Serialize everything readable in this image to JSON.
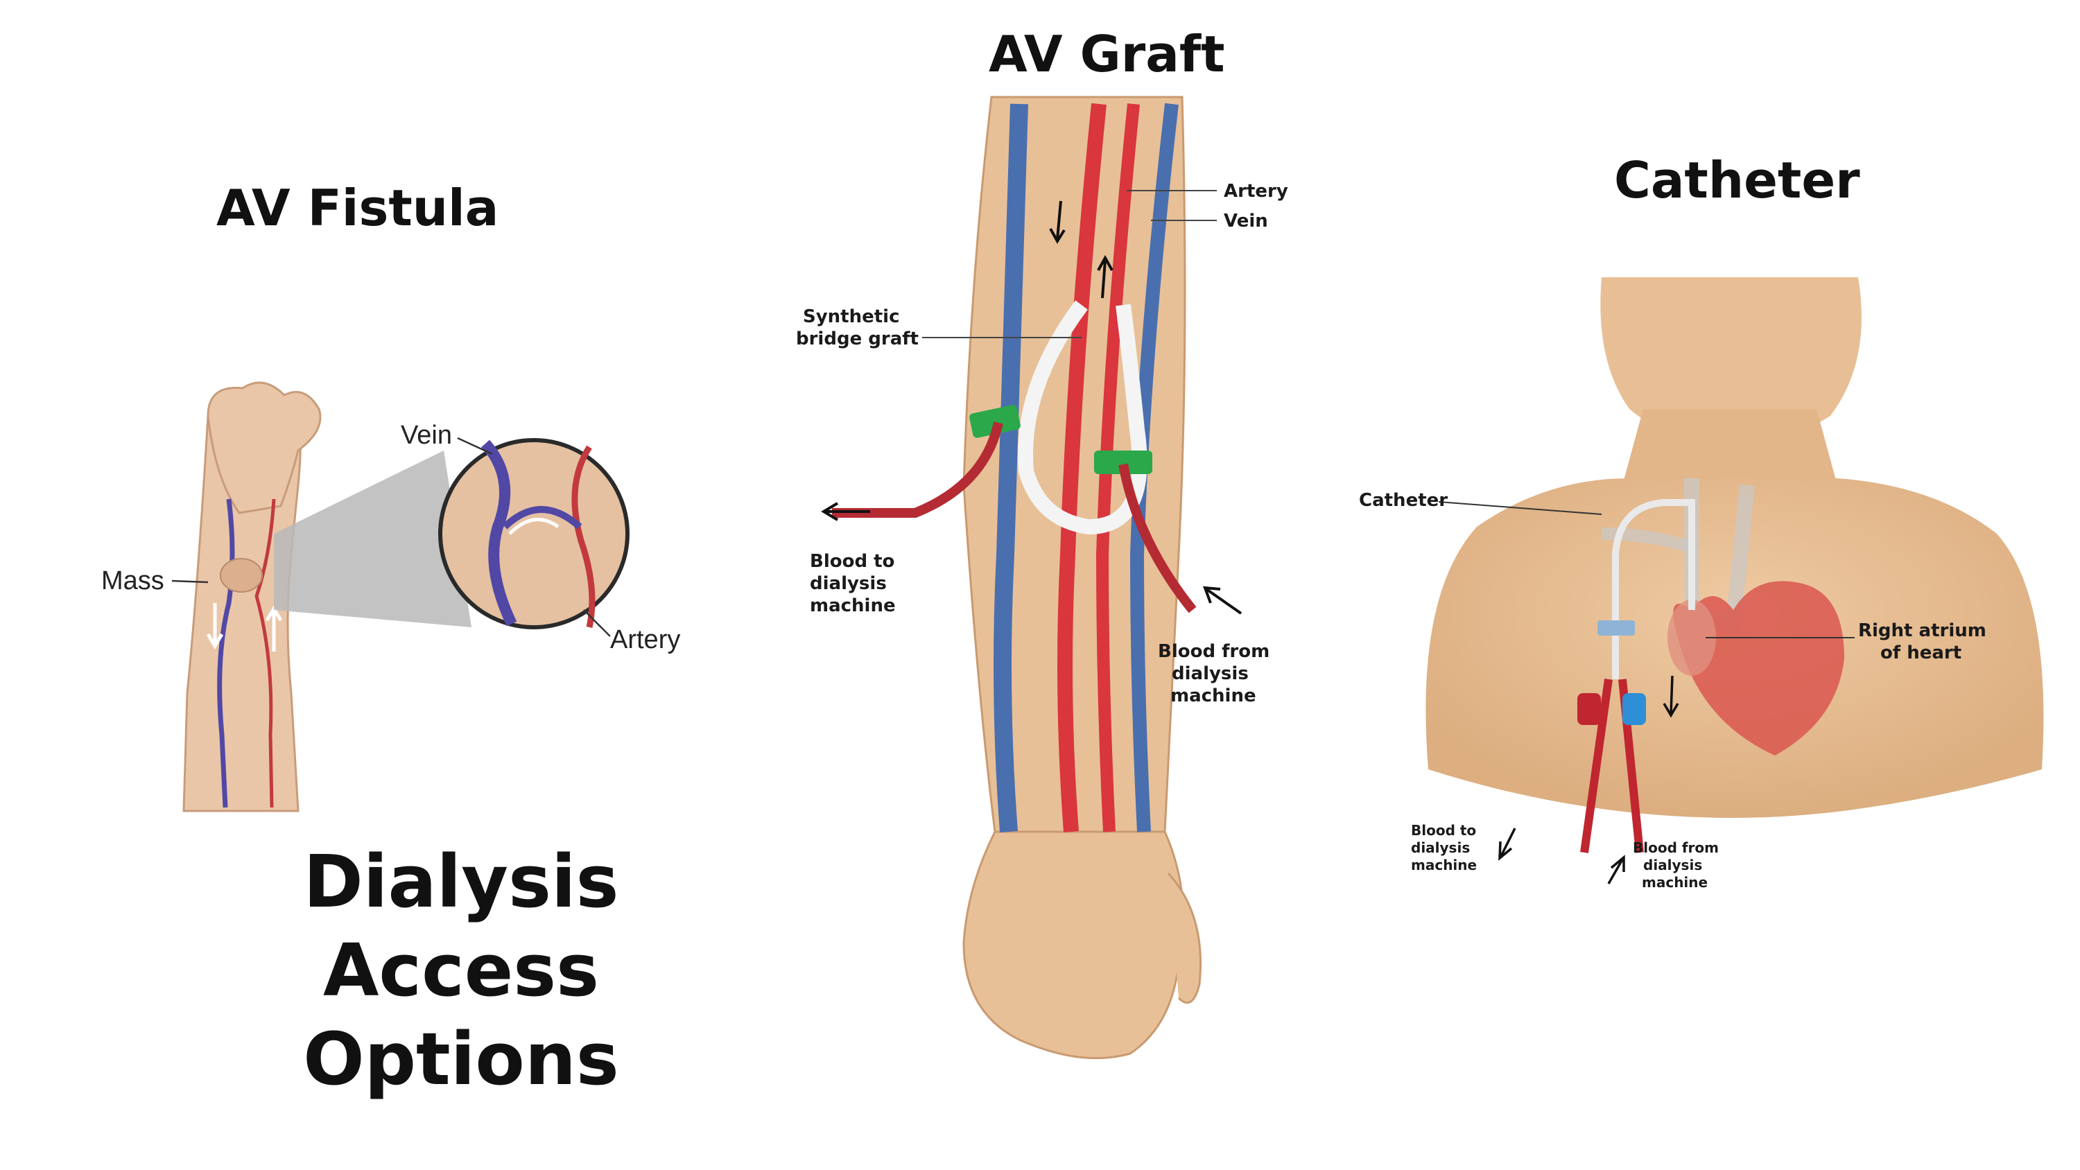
{
  "titles": {
    "fistula": "AV Fistula",
    "graft": "AV Graft",
    "catheter": "Catheter",
    "main_line1": "Dialysis Access",
    "main_line2": "Options"
  },
  "fistula_labels": {
    "vein": "Vein",
    "mass": "Mass",
    "artery": "Artery"
  },
  "graft_labels": {
    "artery": "Artery",
    "vein": "Vein",
    "synthetic_line1": "Synthetic",
    "synthetic_line2": "bridge graft",
    "blood_to_1": "Blood to",
    "blood_to_2": "dialysis",
    "blood_to_3": "machine",
    "blood_from_1": "Blood from",
    "blood_from_2": "dialysis",
    "blood_from_3": "machine"
  },
  "catheter_labels": {
    "catheter": "Catheter",
    "atrium_1": "Right atrium",
    "atrium_2": "of heart",
    "blood_to_1": "Blood to",
    "blood_to_2": "dialysis",
    "blood_to_3": "machine",
    "blood_from_1": "Blood from",
    "blood_from_2": "dialysis",
    "blood_from_3": "machine"
  },
  "colors": {
    "skin": "#e9c39a",
    "skin_dark": "#d9a878",
    "artery": "#d9363e",
    "vein": "#4a6fae",
    "vein_purple": "#5148a6",
    "graft": "#f2f2f2",
    "clamp": "#2aa84a",
    "heart": "#d9574f"
  }
}
